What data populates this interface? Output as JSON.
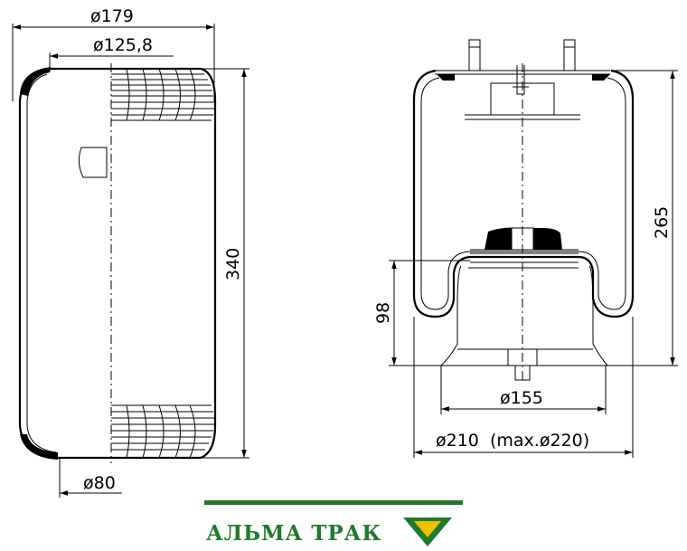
{
  "left_view": {
    "dim_outer_diameter": "ø179",
    "dim_top_plate_diameter": "ø125,8",
    "dim_bottom_diameter": "ø80",
    "dim_height": "340"
  },
  "right_view": {
    "dim_height": "265",
    "dim_piston_height": "98",
    "dim_piston_diameter": "ø155",
    "dim_bellow_diameter": "ø210  (max.ø220)"
  },
  "brand": {
    "name": "АЛЬМА ТРАК",
    "primary_color": "#1f7a2e",
    "accent_color": "#f2c200"
  }
}
